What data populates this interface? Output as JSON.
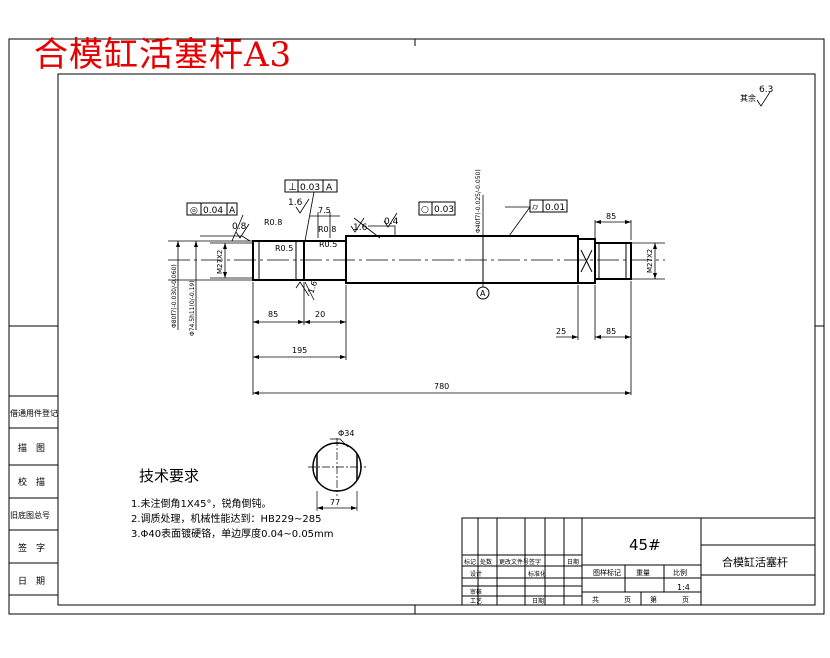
{
  "title_red": "合模缸活塞杆A3",
  "tech": {
    "title": "技术要求",
    "lines": [
      "1.未注倒角1X45°，锐角倒钝。",
      "2.调质处理，机械性能达到：HB229~285",
      "3.Φ40表面镀硬铬，单边厚度0.04~0.05mm"
    ]
  },
  "surface_finish": {
    "label": "其余",
    "value": "6.3"
  },
  "tolerance_frames": {
    "concentricity": {
      "value": "0.04",
      "datum": "A"
    },
    "perpendicularity": {
      "value": "0.03",
      "datum": "A"
    },
    "cylindricity": {
      "value": "0.03"
    },
    "cylindricity2": {
      "value": "0.01"
    }
  },
  "roughness": {
    "r1": "0.8",
    "r2": "1.6",
    "r3": "1.6",
    "r4": "0.4",
    "r5": "1.6"
  },
  "radii": {
    "r1": "R0.8",
    "r2": "R0.8",
    "r3": "R0.5",
    "r4": "R0.5"
  },
  "dims": {
    "d1": "7.5",
    "d2": "85",
    "d3": "20",
    "d4": "195",
    "d5": "780",
    "d6": "25",
    "d7": "85",
    "d8": "85",
    "thread_left": "M27X2",
    "thread_right": "M27X2",
    "dia_left_a": "Φ80f7(-0.030/-0.060)",
    "dia_left_b": "Φ74.5h11(0/-0.19)",
    "dia_main": "Φ40f7(-0.025/-0.050)",
    "section_dia": "Φ34",
    "section_width": "77"
  },
  "datum_label": "A",
  "left_strip": {
    "title": "借通用件登记",
    "rows": [
      "描　图",
      "校　描",
      "旧底图总号",
      "签　字",
      "日　期"
    ]
  },
  "title_block": {
    "material": "45#",
    "part_name": "合模缸活塞杆",
    "scale": "1:4",
    "labels": {
      "mark": "标记",
      "count": "处数",
      "change_doc": "更改文件号",
      "sign": "签字",
      "date": "日期",
      "design": "设计",
      "standardize": "标准化",
      "review": "审核",
      "process": "工艺",
      "date2": "日期",
      "stage": "图样标记",
      "weight": "重量",
      "ratio": "比例",
      "total": "共",
      "sheet": "页",
      "page": "第",
      "sheet2": "页"
    }
  }
}
